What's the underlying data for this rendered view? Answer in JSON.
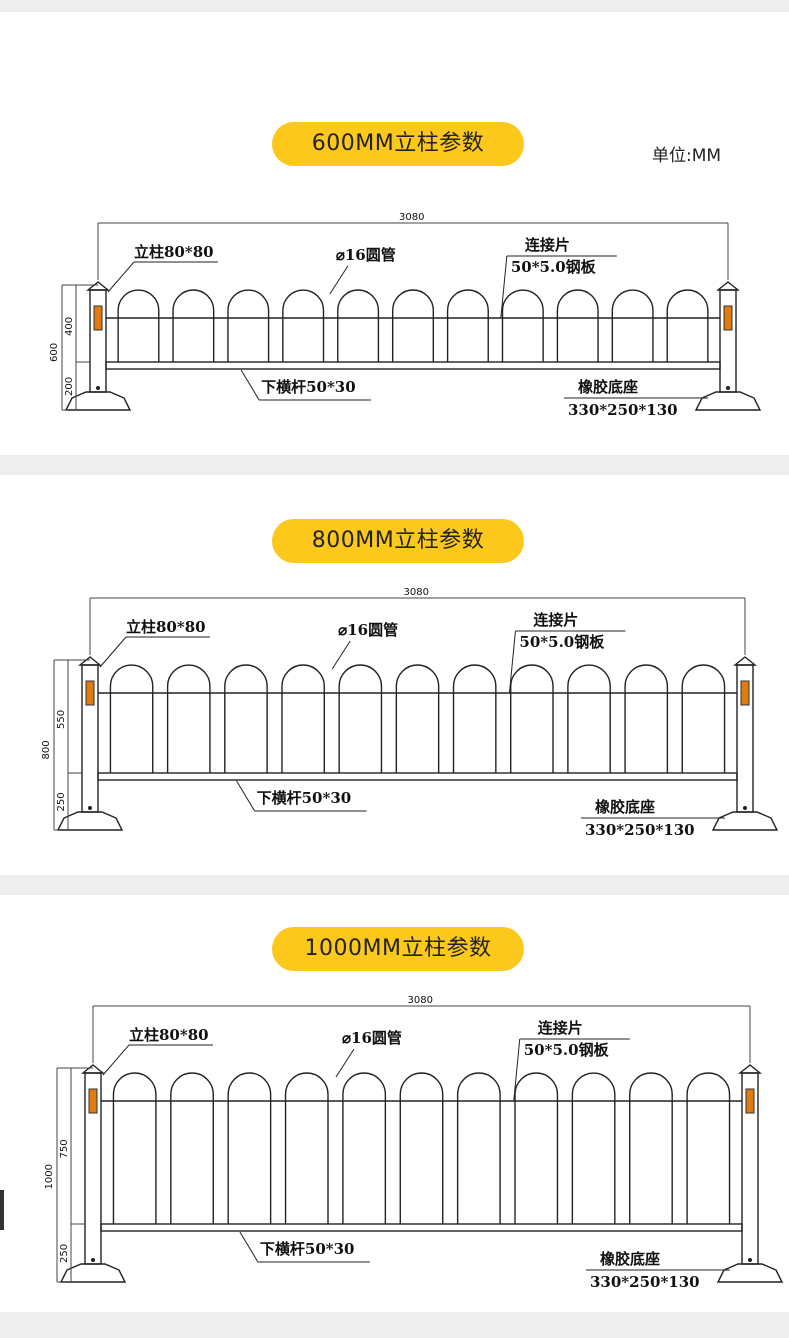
{
  "unit_label": "单位:MM",
  "panels": [
    {
      "title": "600MM立柱参数",
      "overall_width": "3080",
      "post_label": "立柱80*80",
      "tube_label": "⌀16圆管",
      "plate_label_1": "连接片",
      "plate_label_2": "50*5.0钢板",
      "rail_label": "下横杆50*30",
      "base_label_1": "橡胶底座",
      "base_label_2": "330*250*130",
      "height_total": "600",
      "height_upper": "400",
      "height_lower": "200"
    },
    {
      "title": "800MM立柱参数",
      "overall_width": "3080",
      "post_label": "立柱80*80",
      "tube_label": "⌀16圆管",
      "plate_label_1": "连接片",
      "plate_label_2": "50*5.0钢板",
      "rail_label": "下横杆50*30",
      "base_label_1": "橡胶底座",
      "base_label_2": "330*250*130",
      "height_total": "800",
      "height_upper": "550",
      "height_lower": "250"
    },
    {
      "title": "1000MM立柱参数",
      "overall_width": "3080",
      "post_label": "立柱80*80",
      "tube_label": "⌀16圆管",
      "plate_label_1": "连接片",
      "plate_label_2": "50*5.0钢板",
      "rail_label": "下横杆50*30",
      "base_label_1": "橡胶底座",
      "base_label_2": "330*250*130",
      "height_total": "1000",
      "height_upper": "750",
      "height_lower": "250"
    }
  ],
  "colors": {
    "pill": "#fcc81c",
    "reflector": "#e07b10",
    "gap": "#eeeeee"
  }
}
